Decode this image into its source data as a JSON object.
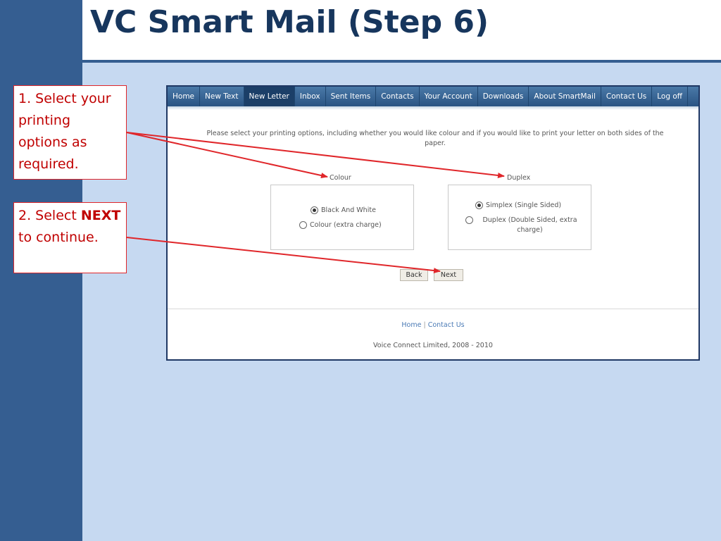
{
  "slide": {
    "title": "VC Smart Mail (Step 6)"
  },
  "callouts": {
    "step1": "1. Select your printing options as required.",
    "step2_prefix": "2. Select ",
    "step2_bold": "NEXT",
    "step2_suffix": " to continue."
  },
  "nav": {
    "items": [
      {
        "label": "Home",
        "active": false
      },
      {
        "label": "New Text",
        "active": false
      },
      {
        "label": "New Letter",
        "active": true
      },
      {
        "label": "Inbox",
        "active": false
      },
      {
        "label": "Sent Items",
        "active": false
      },
      {
        "label": "Contacts",
        "active": false
      },
      {
        "label": "Your Account",
        "active": false
      },
      {
        "label": "Downloads",
        "active": false
      },
      {
        "label": "About SmartMail",
        "active": false
      },
      {
        "label": "Contact Us",
        "active": false
      },
      {
        "label": "Log off",
        "active": false
      }
    ]
  },
  "form": {
    "instructions": "Please select your printing options, including whether you would like colour and if you would like to print your letter on both sides of the paper.",
    "colour": {
      "label": "Colour",
      "options": [
        {
          "label": "Black And White",
          "selected": true
        },
        {
          "label": "Colour (extra charge)",
          "selected": false
        }
      ]
    },
    "duplex": {
      "label": "Duplex",
      "options": [
        {
          "label": "Simplex (Single Sided)",
          "selected": true
        },
        {
          "label": "Duplex (Double Sided, extra charge)",
          "selected": false
        }
      ]
    },
    "back_label": "Back",
    "next_label": "Next"
  },
  "footer": {
    "home_link": "Home",
    "separator": "|",
    "contact_link": "Contact Us",
    "copyright": "Voice Connect Limited, 2008 - 2010"
  },
  "colors": {
    "accent": "#355e91",
    "title": "#17365d",
    "callout_text": "#c00000",
    "arrow": "#e0262a",
    "background": "#c6d9f1"
  }
}
